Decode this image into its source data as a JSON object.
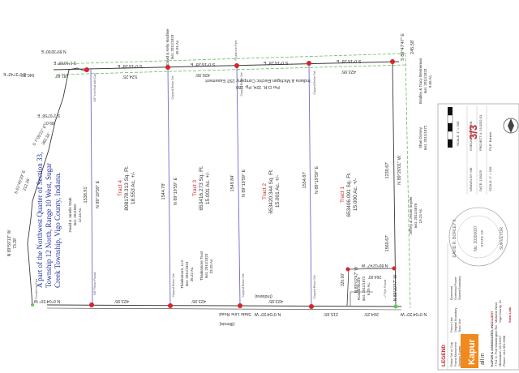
{
  "annotation": {
    "lines": [
      "A part of the Northwest Quarter of Section 33,",
      "Township 12 North, Range 10 West, Sugar",
      "Creek Township, Vigo County, Indiana."
    ]
  },
  "colors": {
    "background": "#ffffff",
    "boundary_line": "#3a3a3a",
    "tract_line": "#6a6ad0",
    "easement_line": "#63c25a",
    "corner_marker": "#d8232a",
    "annotation_text": "#1f2f9a",
    "tract_text": "#cc2b2b",
    "logo_orange": "#f08a1c",
    "title_text": "#c0262c"
  },
  "road": {
    "name": "State Line Road",
    "state_west": "(Indiana)",
    "state_east": "(Illinois)",
    "seg_1": "N 0°04'20\" W",
    "seg_2": "423.95'",
    "seg_3": "423.95'",
    "seg_4": "N 0°04'20\" W",
    "seg_5": "423.95'",
    "seg_6": "215.65'",
    "seg_7": "264.25'",
    "seg_8": "N 0°04'20\" W"
  },
  "north_line": {
    "seg_1": "S 0°16'28\" E",
    "seg_2": "524.25'",
    "seg_3": "S 0°16'28\" E",
    "seg_4": "420.95'",
    "seg_5": "S 0°16'28\" E",
    "seg_6": "423.95'",
    "seg_7": "S 0°16'28\" E",
    "seg_8": "S 89°47'47\" E",
    "seg_9": "245.58'"
  },
  "easement": {
    "text_1": "Indiana & Michigan Electric Company 150' Easement",
    "text_2": "Per D.R. 324, Pg. 180"
  },
  "west_boundary": {
    "call_1": "N 89°30'00\" E",
    "call_2": "181.60'",
    "call_3": "S 1°16'05\" E",
    "call_4": "S 1°07'56\" E",
    "call_5": "89.07'",
    "call_6": "S 7°05'21\" E",
    "call_7": "362.34'",
    "call_8": "S 61°45'29\" E",
    "call_9": "212.26'",
    "call_10": "N 89°59'13\" W",
    "call_11": "73.28'",
    "call_12": "N 2°49'13\" E",
    "call_13": "347.65'",
    "call_14": "S 0°37'42\" E",
    "call_15": "640.25'"
  },
  "tract_lines": {
    "tl1_bearing": "N 89°19'59\" E",
    "tl1_distance": "1538.91'",
    "tl2_bearing": "N 89°19'59\" E",
    "tl2_distance": "1544.78'",
    "tl3_bearing": "N 89°19'59\" E",
    "tl3_distance": "1549.84'",
    "tl4_bearing": "N 89°19'59\" E",
    "tl4_distance": "1554.87'",
    "tl5_bearing": "N 89°20'01\" W",
    "tl5_distance": "1230.67'",
    "tl6_distance": "1560.67'"
  },
  "tracts": [
    {
      "name": "Tract 4",
      "area_sqft": "808178.313 Sq. Ft.",
      "area_ac": "18.553 Ac. +/-"
    },
    {
      "name": "Tract 3",
      "area_sqft": "653416.273 Sq. Ft.",
      "area_ac": "15.001 Ac. +/-"
    },
    {
      "name": "Tract 2",
      "area_sqft": "653420.344 Sq. Ft.",
      "area_ac": "15.001 Ac. +/-"
    },
    {
      "name": "Tract 1",
      "area_sqft": "653406.091 Sq. Ft.",
      "area_ac": "15.000 Ac. +/-"
    }
  ],
  "owners": {
    "o1": "David & Kelly Machine",
    "o1b": "Inst. 2011/1823",
    "o1c": "45.01 Ac.",
    "o2": "David & Janelle Stark",
    "o2b": "Inst. 2011862",
    "o2c": "12.44 Ac.",
    "o3": "Thanksmore Trust",
    "o3b": "Inst. 2011/1823",
    "o3c": "33.25 Ac.",
    "o4": "Thanksmore, LLC",
    "o4b": "Inst. 2011/1823",
    "o4c": "36.22 Ac.",
    "o5": "Jeffrey & Jessie Snyder",
    "o5b": "Inst. 2011/4876",
    "o5c": "19.24 Ac.",
    "o6": "Ronald Moore",
    "o6b": "Inst. 2011/1872",
    "o6c": "6.25 Ac.",
    "o7": "Shari Dorsey",
    "o7b": "Inst. 2011/1872",
    "o8": "Bradley & Tracy Brenneman",
    "o8b": "Inst. 2011/1823",
    "o8c": "9.65 Ac."
  },
  "parcel_calls": {
    "p1": "N 89°02'47\" W",
    "p2": "320.00'",
    "p3": "N 89°02'47\" W",
    "p4": "264.00'",
    "p5": "N 89°02'47\" W",
    "p6": "264.00'",
    "p7": "N 89°20'47\" W"
  },
  "small_notes": {
    "n1": "5/8\" Iron Rod with Cap",
    "n2": "Capped Rebar Set",
    "n3": "Found Iron Pipe",
    "n4": "5/8\" Rebar Found",
    "n5": "1\" Pipe Found"
  },
  "legend": {
    "title": "LEGEND",
    "items": [
      "Rebar Set w/ Cap",
      "Found Monument",
      "Section Corner",
      "Fence Line",
      "Original Boundary",
      "Tract Line",
      "Easement",
      "Overhead Power",
      "Shared Boundary"
    ]
  },
  "logo": {
    "text": "Kapur",
    "tagline": "all in"
  },
  "company": {
    "name": "KAPUR & ASSOCIATES, INC.",
    "addr_1": "7711 N. Port Washington Rd.",
    "addr_2": "Milwaukee, WI 53217",
    "addr_3": "Phone: 414.351.6668"
  },
  "client": {
    "label": "CLIENT",
    "name": "Midwest Wind",
    "line2": "Vigo County, IN",
    "line3": "Solar Link"
  },
  "seal": {
    "ring_top": "DAVID R. BORLEY II",
    "ring_mid": "No. 20300007",
    "ring_state": "STATE OF",
    "ring_bottom": "SURVEYOR"
  },
  "title_block": {
    "rows": [
      "DRAWN BY: MK",
      "CHECKED BY: DRB",
      "DATE: 1/20/25",
      "PROJECT #: 23.0202.01",
      "SCALE: 1\" = 200'",
      "FILE: Exhibit"
    ],
    "sheet": "3/3"
  },
  "scale_bar": {
    "label": "SCALE: 1\" = 200'"
  }
}
